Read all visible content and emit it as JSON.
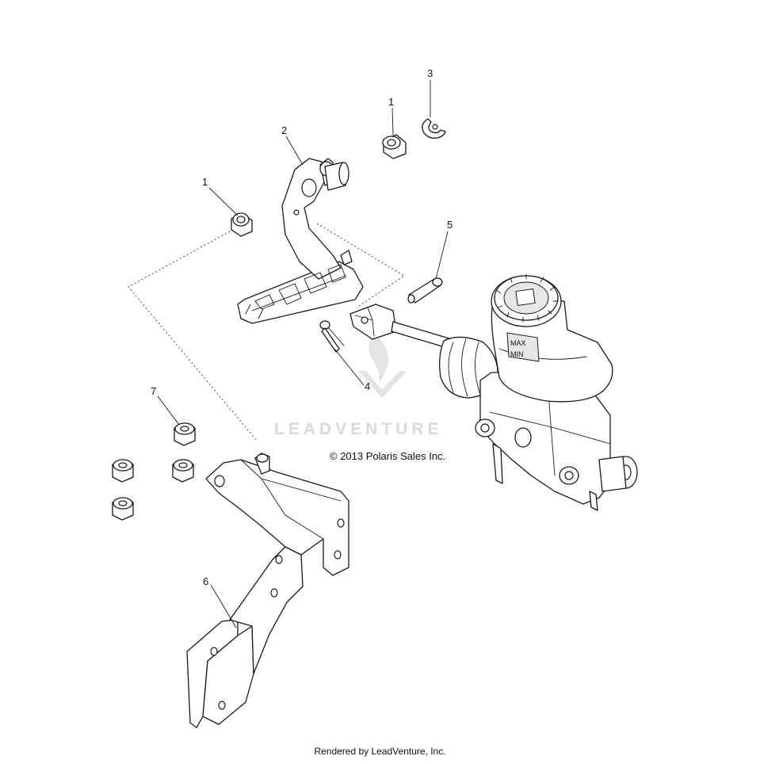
{
  "diagram": {
    "callouts": [
      {
        "id": "c1a",
        "label": "1"
      },
      {
        "id": "c1b",
        "label": "1"
      },
      {
        "id": "c2",
        "label": "2"
      },
      {
        "id": "c3",
        "label": "3"
      },
      {
        "id": "c4",
        "label": "4"
      },
      {
        "id": "c5",
        "label": "5"
      },
      {
        "id": "c6",
        "label": "6"
      },
      {
        "id": "c7",
        "label": "7"
      }
    ],
    "copyright": "© 2013 Polaris Sales Inc.",
    "watermark": "LEADVENTURE",
    "reservoir_marks": [
      "MAX",
      "MIN"
    ]
  },
  "footer": {
    "text": "Rendered by LeadVenture, Inc."
  }
}
